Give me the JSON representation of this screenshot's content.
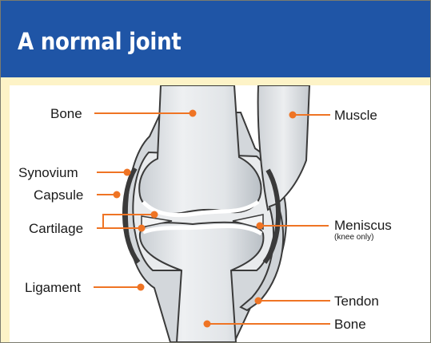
{
  "title": "A normal joint",
  "colors": {
    "header_bg": "#1f55a6",
    "page_bg": "#fdf3c7",
    "leader": "#ef7424",
    "bone": "#e4e7ea",
    "outline": "#3a3a3a"
  },
  "labels": {
    "bone_top": "Bone",
    "muscle": "Muscle",
    "synovium": "Synovium",
    "capsule": "Capsule",
    "cartilage": "Cartilage",
    "meniscus": "Meniscus",
    "meniscus_note": "(knee only)",
    "ligament": "Ligament",
    "tendon": "Tendon",
    "bone_bottom": "Bone"
  }
}
